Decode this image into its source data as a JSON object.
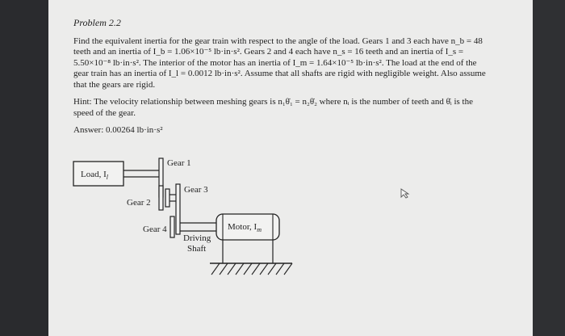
{
  "problem": {
    "title": "Problem 2.2",
    "paragraph1": "Find the equivalent inertia for the gear train with respect to the angle of the load. Gears 1 and 3 each have n_b = 48 teeth and an inertia of I_b = 1.06×10⁻⁵ lb·in·s². Gears 2 and 4 each have n_s = 16 teeth and an inertia of I_s = 5.50×10⁻⁸ lb·in·s². The interior of the motor has an inertia of I_m = 1.64×10⁻⁵ lb·in·s². The load at the end of the gear train has an inertia of I_l = 0.0012 lb·in·s². Assume that all shafts are rigid with negligible weight. Also assume that the gears are rigid.",
    "hint": "Hint: The velocity relationship between meshing gears is n₁θ̇₁ = n₂θ̇₂ where nᵢ is the number of teeth and θ̇ᵢ is the speed of the gear.",
    "answer": "Answer: 0.00264 lb·in·s²"
  },
  "diagram": {
    "load_label": "Load, I",
    "load_sub": "l",
    "gear1": "Gear 1",
    "gear2": "Gear 2",
    "gear3": "Gear 3",
    "gear4": "Gear 4",
    "motor_label": "Motor, I",
    "motor_sub": "m",
    "driving_shaft_line1": "Driving",
    "driving_shaft_line2": "Shaft"
  },
  "icons": {
    "cursor": "mouse-pointer-icon"
  }
}
